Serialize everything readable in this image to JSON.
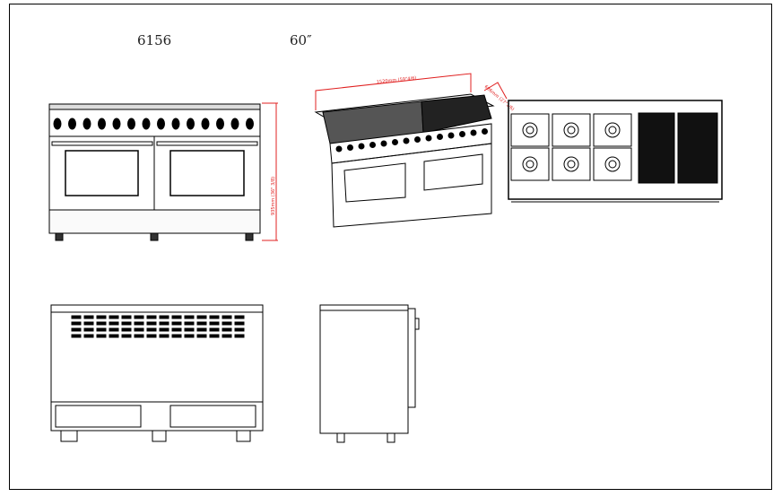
{
  "header": {
    "model": "6156",
    "size": "60″"
  },
  "dimensions": {
    "width": "1520mm (59\"4/6)",
    "depth": "686mm (27\"1/6)",
    "height": "935mm (36\" 3/8)"
  },
  "colors": {
    "line": "#000000",
    "dimension": "#e02020"
  }
}
